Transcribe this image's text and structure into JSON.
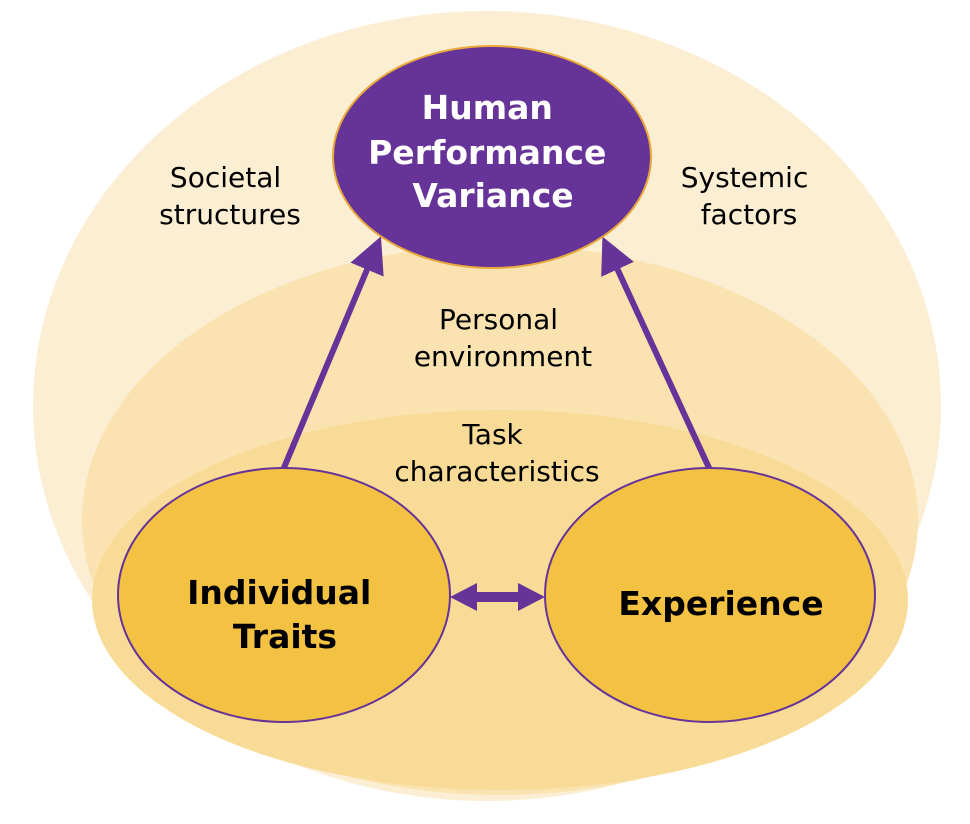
{
  "colors": {
    "outer_zone": "#FCEED3",
    "middle_zone": "#FAE3B0",
    "inner_zone": "#F8DB96",
    "factor_node": "#F4C242",
    "outcome_node": "#663399",
    "arrow": "#663399",
    "node_outline_outcome": "#E9A93A"
  },
  "zones": {
    "outer": {
      "lines": [
        "Societal",
        "structures"
      ],
      "lines_right": [
        "Systemic",
        "factors"
      ]
    },
    "middle": {
      "lines": [
        "Personal",
        "environment"
      ]
    },
    "inner": {
      "lines": [
        "Task",
        "characteristics"
      ]
    }
  },
  "nodes": {
    "outcome": {
      "lines": [
        "Human",
        "Performance",
        "Variance"
      ]
    },
    "traits": {
      "lines": [
        "Individual",
        "Traits"
      ]
    },
    "experience": {
      "lines": [
        "Experience"
      ]
    }
  },
  "edges": [
    {
      "from": "Individual Traits",
      "to": "Human Performance Variance",
      "type": "directed"
    },
    {
      "from": "Experience",
      "to": "Human Performance Variance",
      "type": "directed"
    },
    {
      "from": "Individual Traits",
      "to": "Experience",
      "type": "bidirectional"
    }
  ]
}
